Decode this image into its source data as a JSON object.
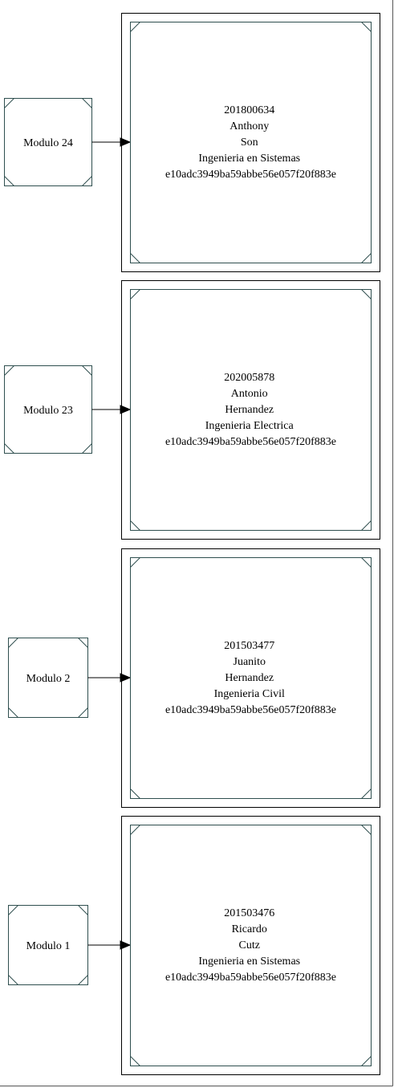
{
  "diagram": {
    "rows": [
      {
        "module": "Modulo 24",
        "student": {
          "carnet": "201800634",
          "first_name": "Anthony",
          "last_name": "Son",
          "career": "Ingenieria en Sistemas",
          "hash": "e10adc3949ba59abbe56e057f20f883e"
        }
      },
      {
        "module": "Modulo 23",
        "student": {
          "carnet": "202005878",
          "first_name": "Antonio",
          "last_name": "Hernandez",
          "career": "Ingenieria Electrica",
          "hash": "e10adc3949ba59abbe56e057f20f883e"
        }
      },
      {
        "module": "Modulo 2",
        "student": {
          "carnet": "201503477",
          "first_name": "Juanito",
          "last_name": "Hernandez",
          "career": "Ingenieria Civil",
          "hash": "e10adc3949ba59abbe56e057f20f883e"
        }
      },
      {
        "module": "Modulo 1",
        "student": {
          "carnet": "201503476",
          "first_name": "Ricardo",
          "last_name": "Cutz",
          "career": "Ingenieria en Sistemas",
          "hash": "e10adc3949ba59abbe56e057f20f883e"
        }
      }
    ],
    "colors": {
      "node_stroke": "#2f4f4f",
      "outer_stroke": "#000000",
      "edge": "#000000",
      "text": "#000000"
    }
  }
}
